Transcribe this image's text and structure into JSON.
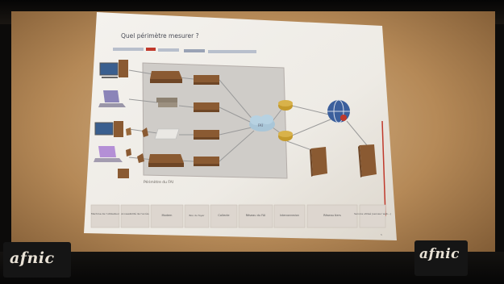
{
  "slide": {
    "title": "Quel périmètre mesurer ?",
    "perimeter_label": "Périmètre du FAI",
    "page_number": "5",
    "cloud_label": "FAI",
    "chain_steps": [
      "Machine de l'utilisateur",
      "Accessibilité de l'accès",
      "Modem",
      "Box du foyer",
      "Collecte",
      "Réseau du FAI",
      "Interconnexion",
      "Réseau tiers",
      "Service utilisé (serveur web...)"
    ]
  },
  "logos": {
    "left": "afnic",
    "right": "afnic"
  },
  "colors": {
    "accent_red": "#c0392b",
    "device_brown": "#8a5a32",
    "router_gold": "#c49a2c",
    "globe_blue": "#3b5f9c"
  }
}
